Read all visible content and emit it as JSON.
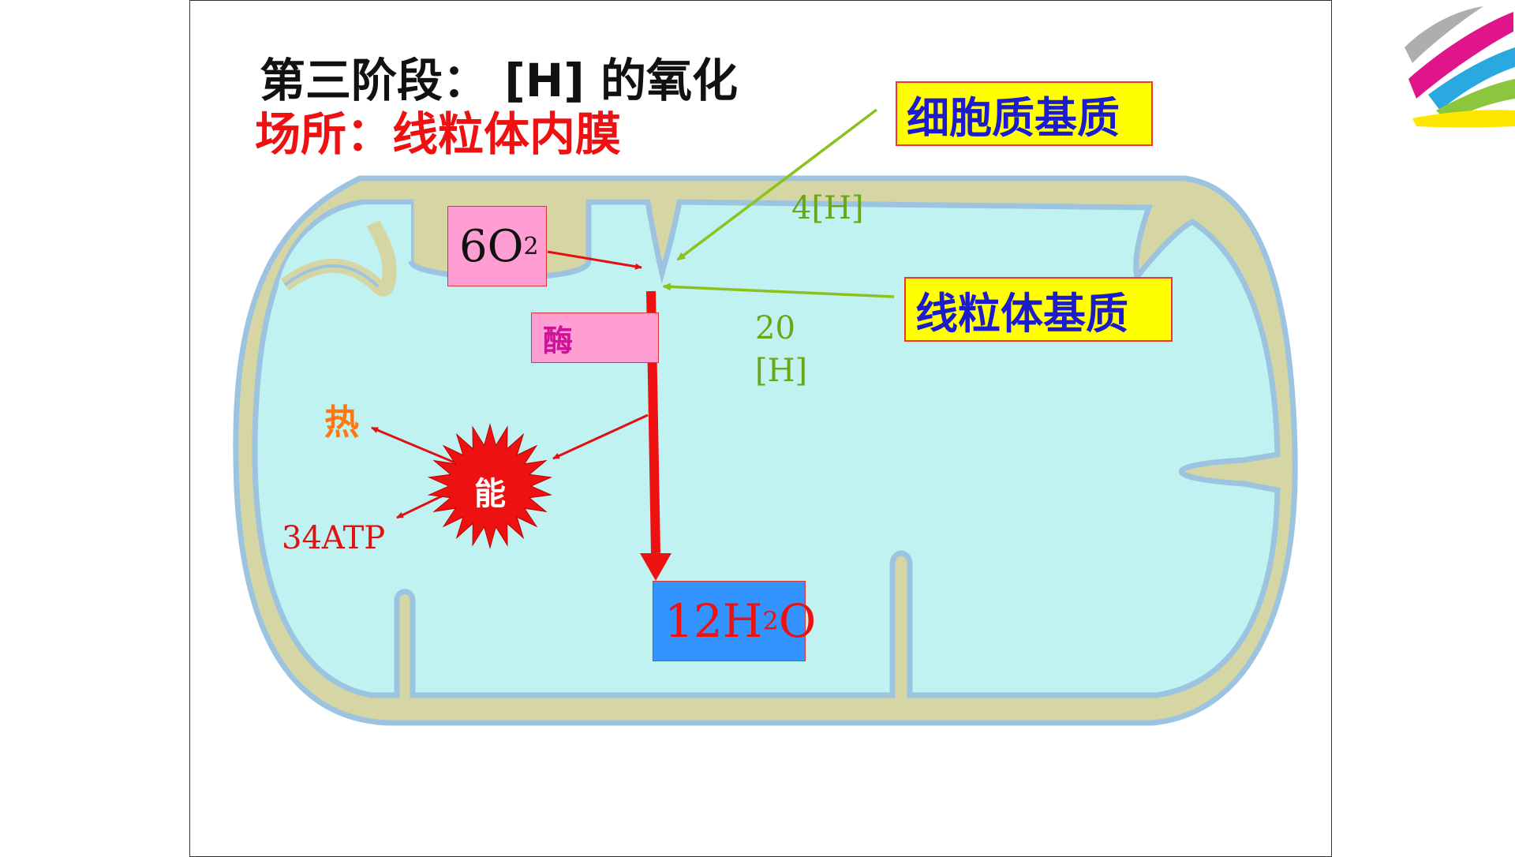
{
  "slide": {
    "title": "第三阶段：  [H] 的氧化",
    "location": "场所：线粒体内膜"
  },
  "labels": {
    "cytoplasm_matrix": "细胞质基质",
    "mitochondrial_matrix": "线粒体基质",
    "oxygen": "6O",
    "oxygen_sub": "2",
    "enzyme": "酶",
    "h4": "4[H]",
    "h20": "20[H]",
    "water": "12H",
    "water_sub": "2",
    "water_tail": "O",
    "heat": "热",
    "atp": "34ATP",
    "energy": "能"
  },
  "colors": {
    "membrane": "#d6d6a4",
    "membrane_edge": "#9cc4e0",
    "matrix": "#bff2f0",
    "red": "#ee1111",
    "green": "#8cc21f",
    "yellow": "#ffff00",
    "blue_text": "#1c1ccc"
  }
}
